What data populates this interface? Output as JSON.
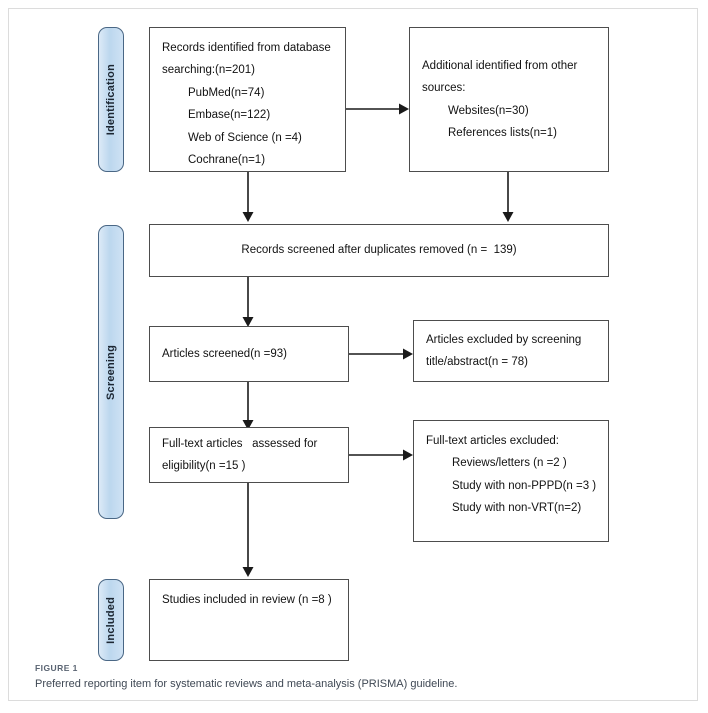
{
  "figure": {
    "caption_label": "FIGURE 1",
    "caption_text": "Preferred reporting item for systematic reviews and meta-analysis (PRISMA) guideline."
  },
  "colors": {
    "phase_bar_fill": "#bcd7ee",
    "phase_bar_border": "#4a6785",
    "box_border": "#4d4d4d",
    "connector": "#1a1a1a",
    "frame_border": "#dcdcdc",
    "page_background": "#ffffff"
  },
  "phases": [
    {
      "key": "identification",
      "label": "Identification"
    },
    {
      "key": "screening",
      "label": "Screening"
    },
    {
      "key": "included",
      "label": "Included"
    }
  ],
  "boxes": {
    "records_identified": {
      "lines": [
        "Records identified from database",
        "searching:(n=201)",
        "PubMed(n=74)",
        "Embase(n=122)",
        "Web of Science (n =4)",
        "Cochrane(n=1)"
      ],
      "indented": [
        false,
        false,
        true,
        true,
        true,
        true
      ]
    },
    "additional_identified": {
      "lines": [
        "Additional identified from other",
        "sources:",
        "Websites(n=30)",
        "References lists(n=1)"
      ],
      "indented": [
        false,
        false,
        true,
        true
      ]
    },
    "records_screened": {
      "lines": [
        "Records screened after duplicates removed (n =  139)"
      ],
      "indented": [
        false
      ]
    },
    "articles_screened": {
      "lines": [
        "Articles screened(n =93)"
      ],
      "indented": [
        false
      ]
    },
    "articles_excluded": {
      "lines": [
        "Articles excluded by screening",
        "title/abstract(n = 78)"
      ],
      "indented": [
        false,
        false
      ]
    },
    "fulltext_assessed": {
      "lines": [
        "Full-text articles   assessed for",
        "eligibility(n =15 )"
      ],
      "indented": [
        false,
        false
      ]
    },
    "fulltext_excluded": {
      "lines": [
        "Full-text articles excluded:",
        "Reviews/letters (n =2 )",
        "Study with non-PPPD(n =3 )",
        "Study with non-VRT(n=2)"
      ],
      "indented": [
        false,
        true,
        true,
        true
      ]
    },
    "studies_included": {
      "lines": [
        "Studies included in review",
        "(n =8 )"
      ],
      "indented": [
        false,
        false
      ]
    }
  },
  "flow": {
    "counts": {
      "identified_total": 201,
      "pubmed": 74,
      "embase": 122,
      "web_of_science": 4,
      "cochrane": 1,
      "websites": 30,
      "reference_lists": 1,
      "screened_after_duplicates": 139,
      "articles_screened": 93,
      "excluded_title_abstract": 78,
      "fulltext_assessed": 15,
      "excluded_reviews_letters": 2,
      "excluded_non_pppd": 3,
      "excluded_non_vrt": 2,
      "studies_included": 8
    }
  }
}
